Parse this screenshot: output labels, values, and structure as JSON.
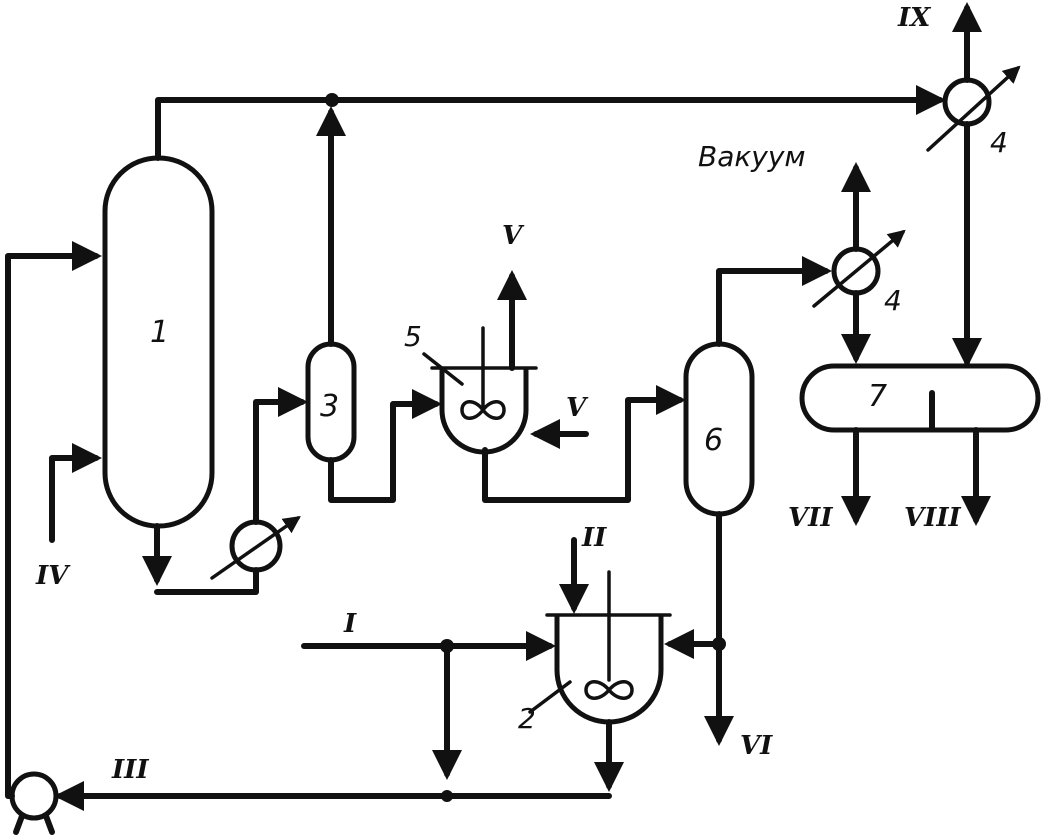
{
  "equipment_numbers": {
    "column": "1",
    "reactor_bottom": "2",
    "separator_small": "3",
    "heat_exchanger_top": "4",
    "heat_exchanger_mid": "4",
    "reactor_top": "5",
    "separator_tall": "6",
    "decanter": "7"
  },
  "streams": {
    "feed_I": "I",
    "feed_II": "II",
    "recycle_III": "III",
    "feed_IV": "IV",
    "gas_V_out": "V",
    "feed_V_in": "V",
    "product_VI": "VI",
    "product_VII": "VII",
    "product_VIII": "VIII",
    "vent_IX": "IX"
  },
  "vacuum_label": "Вакуум"
}
